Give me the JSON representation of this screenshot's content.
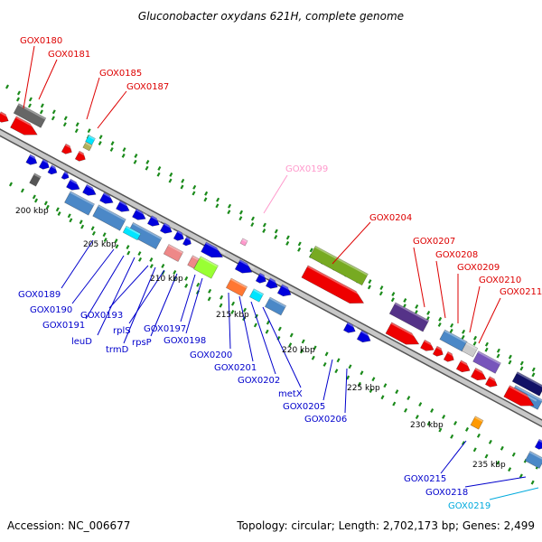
{
  "title": "Gluconobacter oxydans 621H, complete genome",
  "footer": {
    "accession": "Accession: NC_006677",
    "topology": "Topology: circular; Length: 2,702,173 bp; Genes: 2,499"
  },
  "colors": {
    "backbone": "#999999",
    "backbone_edge": "#555555",
    "tick": "#1a8a1a",
    "label_red": "#dd0000",
    "label_blue": "#0000cc",
    "label_pink": "#ff99cc",
    "label_cyan": "#00aadd"
  },
  "scale_labels": [
    "200 kbp",
    "205 kbp",
    "210 kbp",
    "215 kbp",
    "220 kbp",
    "225 kbp",
    "230 kbp",
    "235 kbp"
  ],
  "gene_labels_top": [
    "GOX0180",
    "GOX0181",
    "GOX0185",
    "GOX0187",
    "GOX0199",
    "GOX0204",
    "GOX0207",
    "GOX0208",
    "GOX0209",
    "GOX0210",
    "GOX0211"
  ],
  "gene_labels_bottom": [
    "GOX0189",
    "GOX0190",
    "GOX0191",
    "GOX0193",
    "leuD",
    "rplS",
    "trmD",
    "rpsP",
    "GOX0197",
    "GOX0198",
    "GOX0200",
    "GOX0201",
    "GOX0202",
    "metX",
    "GOX0205",
    "GOX0206",
    "GOX0215",
    "GOX0218",
    "GOX0219"
  ]
}
